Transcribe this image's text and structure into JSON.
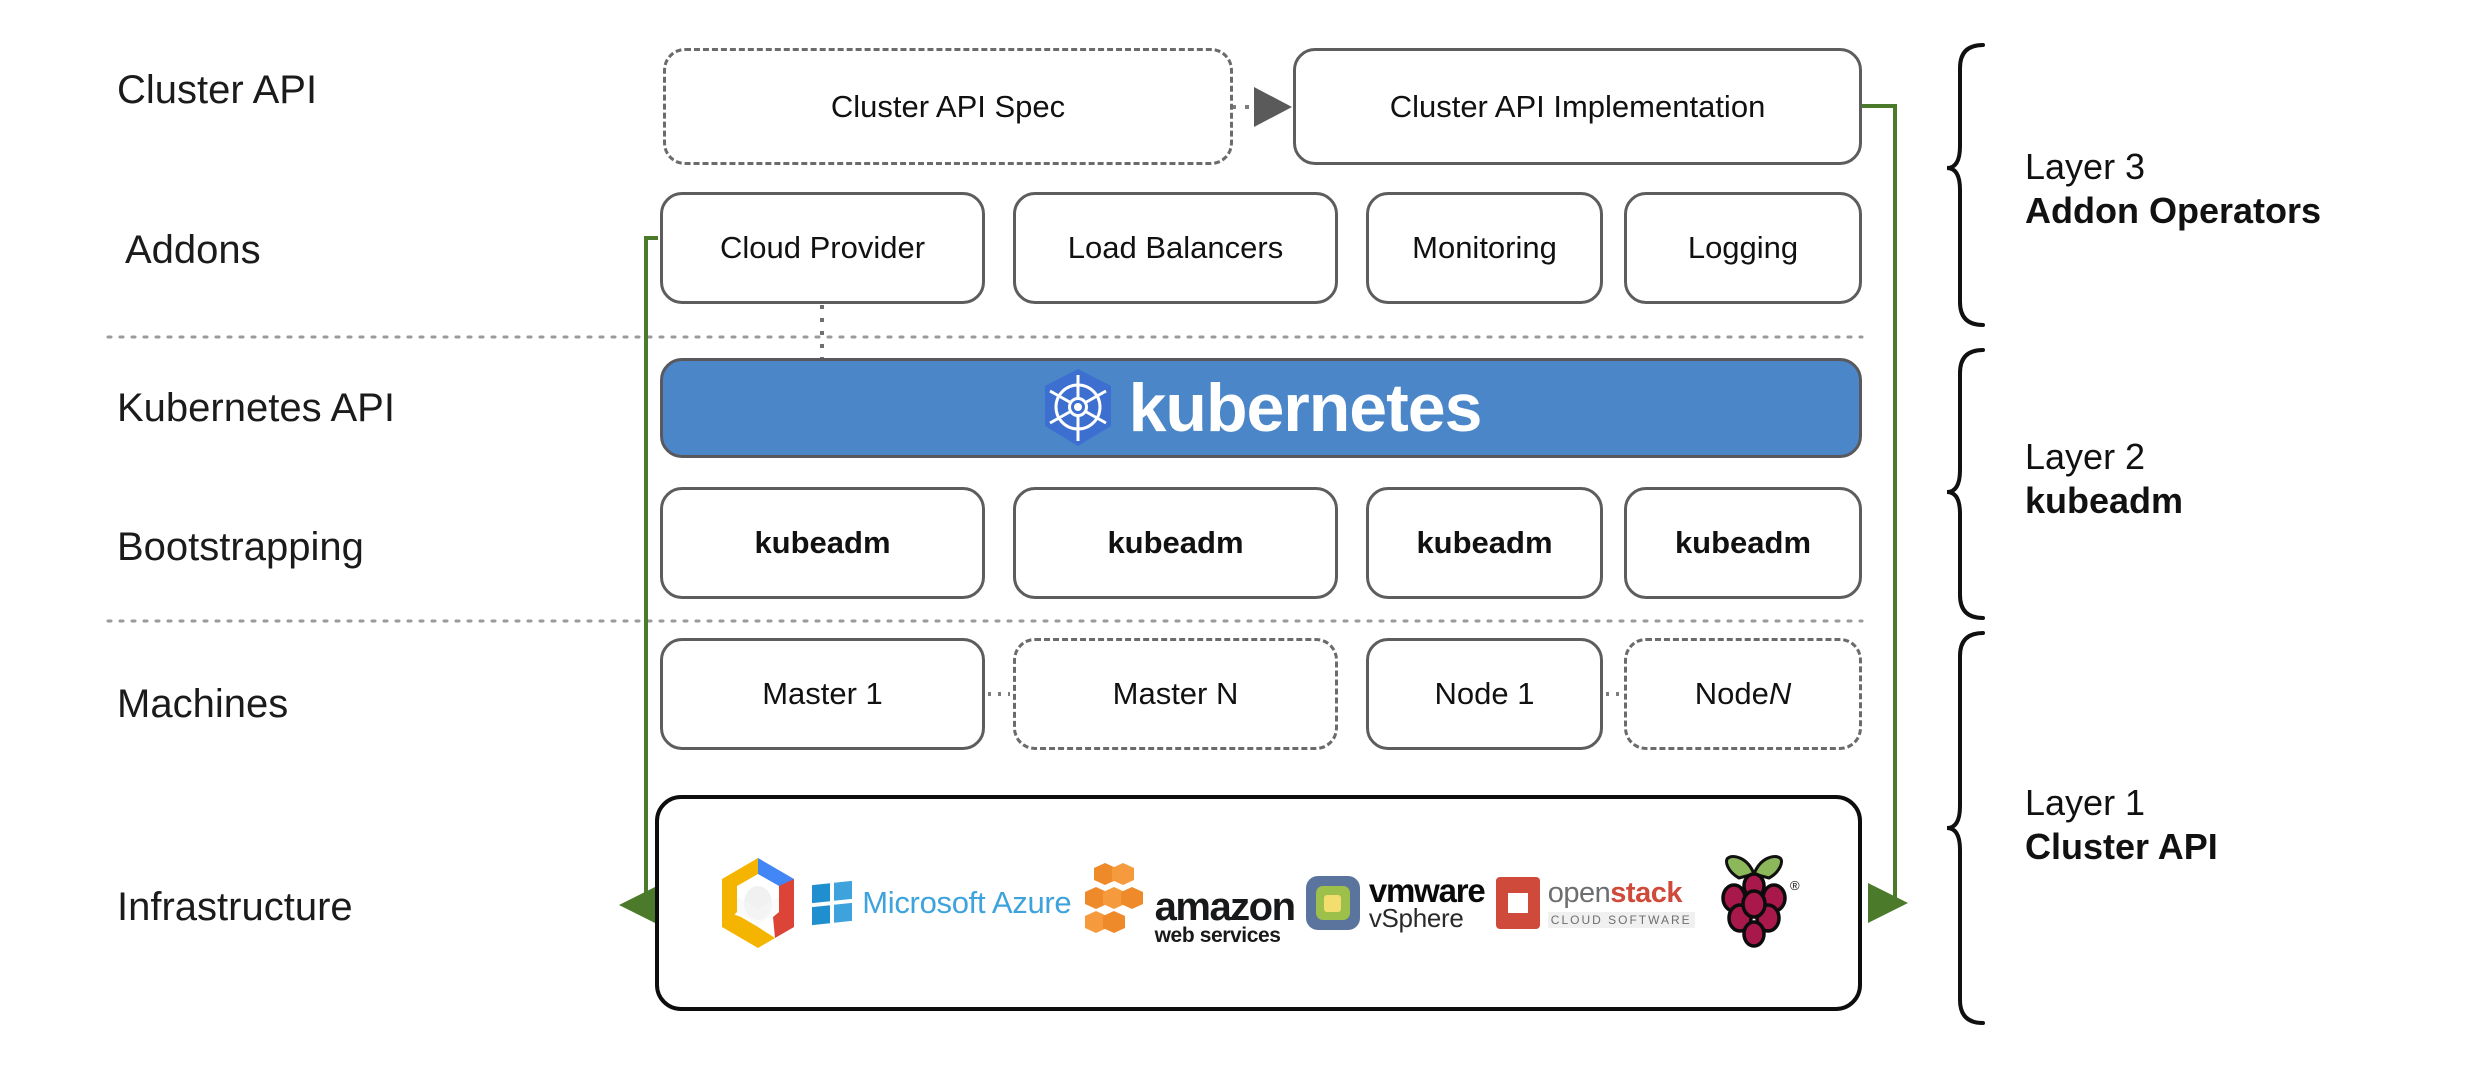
{
  "row_labels": [
    {
      "text": "Cluster API"
    },
    {
      "text": "Addons"
    },
    {
      "text": "Kubernetes API"
    },
    {
      "text": "Bootstrapping"
    },
    {
      "text": "Machines"
    },
    {
      "text": "Infrastructure"
    }
  ],
  "cluster_api_row": {
    "spec_box": "Cluster API Spec",
    "impl_box": "Cluster API Implementation"
  },
  "addons_row": {
    "boxes": [
      "Cloud Provider",
      "Load Balancers",
      "Monitoring",
      "Logging"
    ]
  },
  "kubernetes_row": {
    "wordmark": "kubernetes",
    "logo_name": "kubernetes-helm-wheel-icon",
    "banner_color": "#4a86c8"
  },
  "bootstrapping_row": {
    "boxes": [
      "kubeadm",
      "kubeadm",
      "kubeadm",
      "kubeadm"
    ]
  },
  "machines_row": {
    "boxes": [
      {
        "label": "Master 1",
        "style": "solid"
      },
      {
        "label": "Master N",
        "style": "dashed"
      },
      {
        "label": "Node 1",
        "style": "solid"
      },
      {
        "label": "Node N",
        "style": "dashed",
        "italic_suffix": "N",
        "prefix": "Node "
      }
    ]
  },
  "infrastructure_row": {
    "logos": [
      {
        "name": "google-cloud-platform-logo",
        "text": ""
      },
      {
        "name": "microsoft-azure-logo",
        "text": "Microsoft Azure"
      },
      {
        "name": "amazon-web-services-logo",
        "text_top": "amazon",
        "text_bottom": "web services"
      },
      {
        "name": "vmware-vsphere-logo",
        "text_top": "vmware",
        "text_bottom": "vSphere"
      },
      {
        "name": "openstack-logo",
        "text_open": "open",
        "text_stack": "stack",
        "text_sub": "CLOUD SOFTWARE"
      },
      {
        "name": "raspberry-pi-logo",
        "text": ""
      }
    ]
  },
  "layer_labels": [
    {
      "layer": "Layer 3",
      "name": "Addon Operators"
    },
    {
      "layer": "Layer 2",
      "name": "kubeadm"
    },
    {
      "layer": "Layer 1",
      "name": "Cluster API"
    }
  ],
  "connectors": {
    "spec_to_impl": "dotted-arrow-right",
    "cloud_provider_to_kubernetes": "dotted-line-down",
    "impl_to_infrastructure_right": "green-arrow-left",
    "cloud_provider_to_infrastructure_left": "green-arrow-down",
    "green_color": "#4a7a2a"
  }
}
